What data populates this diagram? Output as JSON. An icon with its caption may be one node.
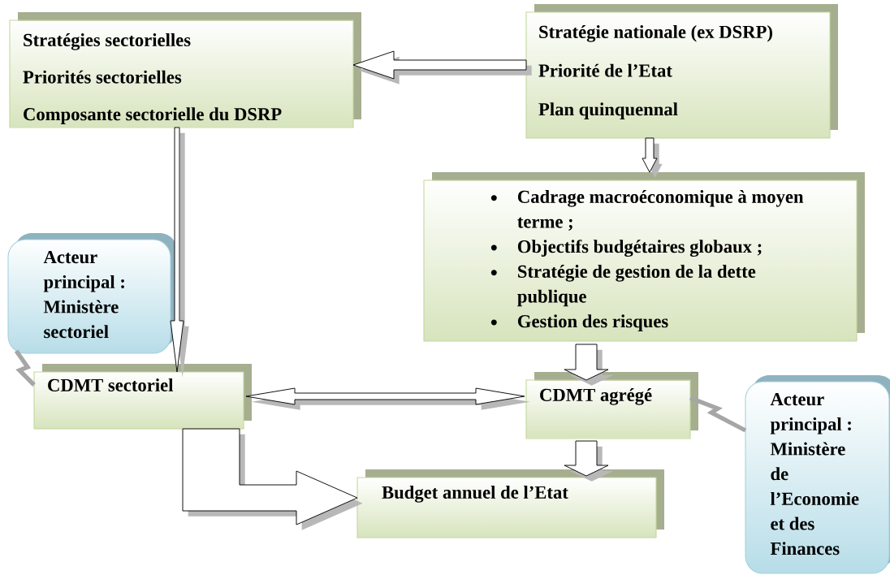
{
  "diagram": {
    "nodes": [
      {
        "text": [
          "Stratégies sectorielles",
          "Priorités sectorielles",
          "Composante sectorielle du DSRP"
        ]
      },
      {
        "text": [
          "Stratégie nationale (ex DSRP)",
          "Priorité de l’Etat",
          "Plan quinquennal"
        ]
      },
      {
        "text": [
          "Cadrage macroéconomique à moyen terme ;",
          "Objectifs budgétaires globaux ;",
          "Stratégie de gestion de la dette publique",
          "Gestion des risques"
        ]
      },
      {
        "text": [
          "Acteur principal : Ministère sectoriel"
        ]
      },
      {
        "text": [
          "CDMT sectoriel"
        ]
      },
      {
        "text": [
          "CDMT agrégé"
        ]
      },
      {
        "text": [
          "Acteur principal : Ministère de l’Economie et des Finances"
        ]
      },
      {
        "text": [
          "Budget annuel de l’Etat"
        ]
      }
    ],
    "edges": [
      {
        "from": 1,
        "to": 0,
        "arrow": "to"
      },
      {
        "from": 0,
        "to": 4,
        "arrow": "to"
      },
      {
        "from": 1,
        "to": 2,
        "arrow": "to"
      },
      {
        "from": 2,
        "to": 5,
        "arrow": "to"
      },
      {
        "from": 4,
        "to": 5,
        "arrow": "both"
      },
      {
        "from": 5,
        "to": 7,
        "arrow": "to"
      },
      {
        "from": 4,
        "to": 7,
        "arrow": "to"
      },
      {
        "from": 3,
        "to": 4,
        "arrow": "none"
      },
      {
        "from": 6,
        "to": 5,
        "arrow": "none"
      }
    ]
  }
}
